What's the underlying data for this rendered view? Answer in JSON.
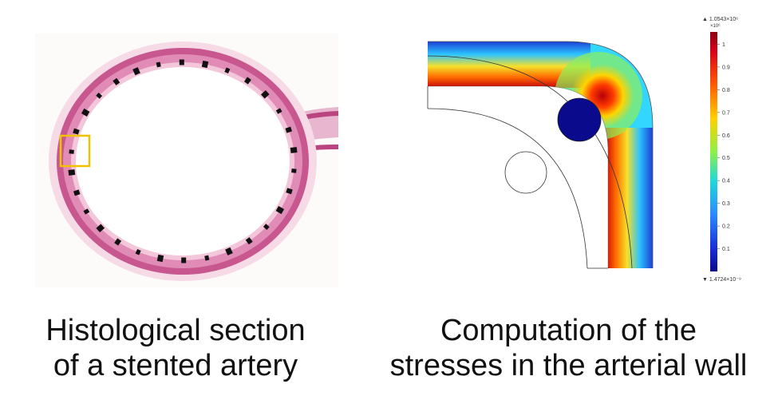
{
  "left_caption": {
    "line1": "Histological section",
    "line2": "of a stented artery"
  },
  "right_caption": {
    "line1": "Computation of the",
    "line2": "stresses in the arterial wall"
  },
  "colorbar": {
    "max_label": "▲ 1.0543×10⁶",
    "multiplier": "×10⁶",
    "ticks": [
      "1",
      "0.9",
      "0.8",
      "0.7",
      "0.6",
      "0.5",
      "0.4",
      "0.3",
      "0.2",
      "0.1"
    ],
    "min_label": "▼ 1.4724×10⁻⁹"
  },
  "colors": {
    "tissue_pink": "#c8568f",
    "highlight_box": "#f2c200",
    "strut": "#111111",
    "stress_high": "#c4000a",
    "stress_low": "#0a0a8c"
  }
}
